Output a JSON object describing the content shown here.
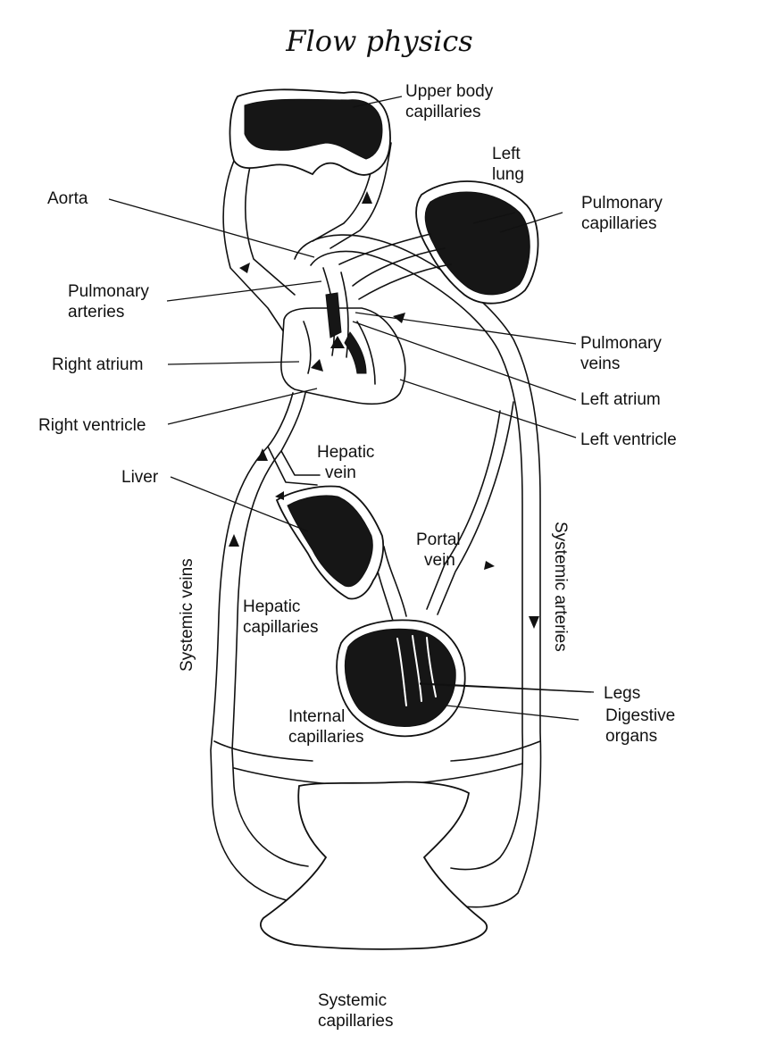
{
  "title": "Flow physics",
  "labels": {
    "upper_body": [
      "Upper body",
      "capillaries"
    ],
    "left_lung": [
      "Left",
      "lung"
    ],
    "aorta": [
      "Aorta"
    ],
    "pulmonary_capillaries": [
      "Pulmonary",
      "capillaries"
    ],
    "pulmonary_arteries": [
      "Pulmonary",
      "arteries"
    ],
    "pulmonary_veins": [
      "Pulmonary",
      "veins"
    ],
    "right_atrium": [
      "Right atrium"
    ],
    "left_atrium": [
      "Left atrium"
    ],
    "right_ventricle": [
      "Right ventricle"
    ],
    "left_ventricle": [
      "Left ventricle"
    ],
    "hepatic_vein": [
      "Hepatic",
      "vein"
    ],
    "liver": [
      "Liver"
    ],
    "portal_vein": [
      "Portal",
      "vein"
    ],
    "systemic_veins": [
      "Systemic veins"
    ],
    "systemic_arteries": [
      "Systemic arteries"
    ],
    "hepatic_capillaries": [
      "Hepatic",
      "capillaries"
    ],
    "internal_capillaries": [
      "Internal",
      "capillaries"
    ],
    "digestive_organs": [
      "Digestive",
      "organs"
    ],
    "legs": [
      "Legs"
    ],
    "systemic_capillaries": [
      "Systemic",
      "capillaries"
    ]
  }
}
